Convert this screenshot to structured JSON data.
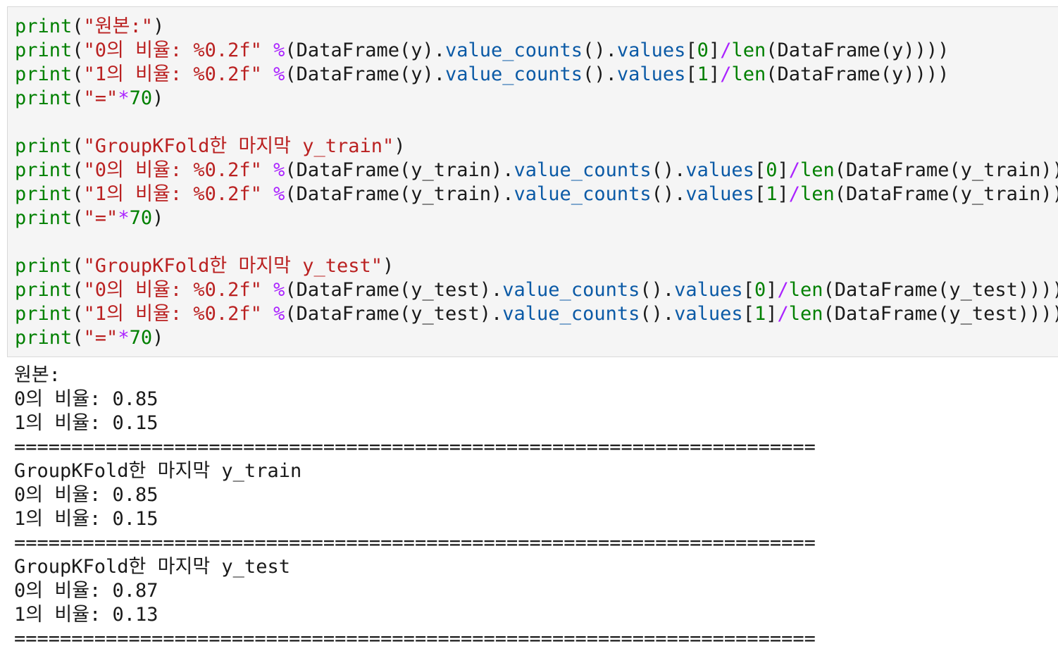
{
  "code_lines": [
    [
      {
        "t": "print",
        "c": "k"
      },
      {
        "t": "(",
        "c": "n"
      },
      {
        "t": "\"원본:\"",
        "c": "s"
      },
      {
        "t": ")",
        "c": "n"
      }
    ],
    [
      {
        "t": "print",
        "c": "k"
      },
      {
        "t": "(",
        "c": "n"
      },
      {
        "t": "\"0의 비율: %0.2f\"",
        "c": "s"
      },
      {
        "t": " ",
        "c": "n"
      },
      {
        "t": "%",
        "c": "o"
      },
      {
        "t": "(DataFrame(y).",
        "c": "n"
      },
      {
        "t": "value_counts",
        "c": "a"
      },
      {
        "t": "().",
        "c": "n"
      },
      {
        "t": "values",
        "c": "a"
      },
      {
        "t": "[",
        "c": "n"
      },
      {
        "t": "0",
        "c": "num"
      },
      {
        "t": "]",
        "c": "n"
      },
      {
        "t": "/",
        "c": "o"
      },
      {
        "t": "len",
        "c": "k"
      },
      {
        "t": "(DataFrame(y))))",
        "c": "n"
      }
    ],
    [
      {
        "t": "print",
        "c": "k"
      },
      {
        "t": "(",
        "c": "n"
      },
      {
        "t": "\"1의 비율: %0.2f\"",
        "c": "s"
      },
      {
        "t": " ",
        "c": "n"
      },
      {
        "t": "%",
        "c": "o"
      },
      {
        "t": "(DataFrame(y).",
        "c": "n"
      },
      {
        "t": "value_counts",
        "c": "a"
      },
      {
        "t": "().",
        "c": "n"
      },
      {
        "t": "values",
        "c": "a"
      },
      {
        "t": "[",
        "c": "n"
      },
      {
        "t": "1",
        "c": "num"
      },
      {
        "t": "]",
        "c": "n"
      },
      {
        "t": "/",
        "c": "o"
      },
      {
        "t": "len",
        "c": "k"
      },
      {
        "t": "(DataFrame(y))))",
        "c": "n"
      }
    ],
    [
      {
        "t": "print",
        "c": "k"
      },
      {
        "t": "(",
        "c": "n"
      },
      {
        "t": "\"=\"",
        "c": "s"
      },
      {
        "t": "*",
        "c": "o"
      },
      {
        "t": "70",
        "c": "num"
      },
      {
        "t": ")",
        "c": "n"
      }
    ],
    [],
    [
      {
        "t": "print",
        "c": "k"
      },
      {
        "t": "(",
        "c": "n"
      },
      {
        "t": "\"GroupKFold한 마지막 y_train\"",
        "c": "s"
      },
      {
        "t": ")",
        "c": "n"
      }
    ],
    [
      {
        "t": "print",
        "c": "k"
      },
      {
        "t": "(",
        "c": "n"
      },
      {
        "t": "\"0의 비율: %0.2f\"",
        "c": "s"
      },
      {
        "t": " ",
        "c": "n"
      },
      {
        "t": "%",
        "c": "o"
      },
      {
        "t": "(DataFrame(y_train).",
        "c": "n"
      },
      {
        "t": "value_counts",
        "c": "a"
      },
      {
        "t": "().",
        "c": "n"
      },
      {
        "t": "values",
        "c": "a"
      },
      {
        "t": "[",
        "c": "n"
      },
      {
        "t": "0",
        "c": "num"
      },
      {
        "t": "]",
        "c": "n"
      },
      {
        "t": "/",
        "c": "o"
      },
      {
        "t": "len",
        "c": "k"
      },
      {
        "t": "(DataFrame(y_train))))",
        "c": "n"
      }
    ],
    [
      {
        "t": "print",
        "c": "k"
      },
      {
        "t": "(",
        "c": "n"
      },
      {
        "t": "\"1의 비율: %0.2f\"",
        "c": "s"
      },
      {
        "t": " ",
        "c": "n"
      },
      {
        "t": "%",
        "c": "o"
      },
      {
        "t": "(DataFrame(y_train).",
        "c": "n"
      },
      {
        "t": "value_counts",
        "c": "a"
      },
      {
        "t": "().",
        "c": "n"
      },
      {
        "t": "values",
        "c": "a"
      },
      {
        "t": "[",
        "c": "n"
      },
      {
        "t": "1",
        "c": "num"
      },
      {
        "t": "]",
        "c": "n"
      },
      {
        "t": "/",
        "c": "o"
      },
      {
        "t": "len",
        "c": "k"
      },
      {
        "t": "(DataFrame(y_train))))",
        "c": "n"
      }
    ],
    [
      {
        "t": "print",
        "c": "k"
      },
      {
        "t": "(",
        "c": "n"
      },
      {
        "t": "\"=\"",
        "c": "s"
      },
      {
        "t": "*",
        "c": "o"
      },
      {
        "t": "70",
        "c": "num"
      },
      {
        "t": ")",
        "c": "n"
      }
    ],
    [],
    [
      {
        "t": "print",
        "c": "k"
      },
      {
        "t": "(",
        "c": "n"
      },
      {
        "t": "\"GroupKFold한 마지막 y_test\"",
        "c": "s"
      },
      {
        "t": ")",
        "c": "n"
      }
    ],
    [
      {
        "t": "print",
        "c": "k"
      },
      {
        "t": "(",
        "c": "n"
      },
      {
        "t": "\"0의 비율: %0.2f\"",
        "c": "s"
      },
      {
        "t": " ",
        "c": "n"
      },
      {
        "t": "%",
        "c": "o"
      },
      {
        "t": "(DataFrame(y_test).",
        "c": "n"
      },
      {
        "t": "value_counts",
        "c": "a"
      },
      {
        "t": "().",
        "c": "n"
      },
      {
        "t": "values",
        "c": "a"
      },
      {
        "t": "[",
        "c": "n"
      },
      {
        "t": "0",
        "c": "num"
      },
      {
        "t": "]",
        "c": "n"
      },
      {
        "t": "/",
        "c": "o"
      },
      {
        "t": "len",
        "c": "k"
      },
      {
        "t": "(DataFrame(y_test))))",
        "c": "n"
      }
    ],
    [
      {
        "t": "print",
        "c": "k"
      },
      {
        "t": "(",
        "c": "n"
      },
      {
        "t": "\"1의 비율: %0.2f\"",
        "c": "s"
      },
      {
        "t": " ",
        "c": "n"
      },
      {
        "t": "%",
        "c": "o"
      },
      {
        "t": "(DataFrame(y_test).",
        "c": "n"
      },
      {
        "t": "value_counts",
        "c": "a"
      },
      {
        "t": "().",
        "c": "n"
      },
      {
        "t": "values",
        "c": "a"
      },
      {
        "t": "[",
        "c": "n"
      },
      {
        "t": "1",
        "c": "num"
      },
      {
        "t": "]",
        "c": "n"
      },
      {
        "t": "/",
        "c": "o"
      },
      {
        "t": "len",
        "c": "k"
      },
      {
        "t": "(DataFrame(y_test))))",
        "c": "n"
      }
    ],
    [
      {
        "t": "print",
        "c": "k"
      },
      {
        "t": "(",
        "c": "n"
      },
      {
        "t": "\"=\"",
        "c": "s"
      },
      {
        "t": "*",
        "c": "o"
      },
      {
        "t": "70",
        "c": "num"
      },
      {
        "t": ")",
        "c": "n"
      }
    ]
  ],
  "output_lines": [
    "원본:",
    "0의 비율: 0.85",
    "1의 비율: 0.15",
    "======================================================================",
    "GroupKFold한 마지막 y_train",
    "0의 비율: 0.85",
    "1의 비율: 0.15",
    "======================================================================",
    "GroupKFold한 마지막 y_test",
    "0의 비율: 0.87",
    "1의 비율: 0.13",
    "======================================================================"
  ]
}
